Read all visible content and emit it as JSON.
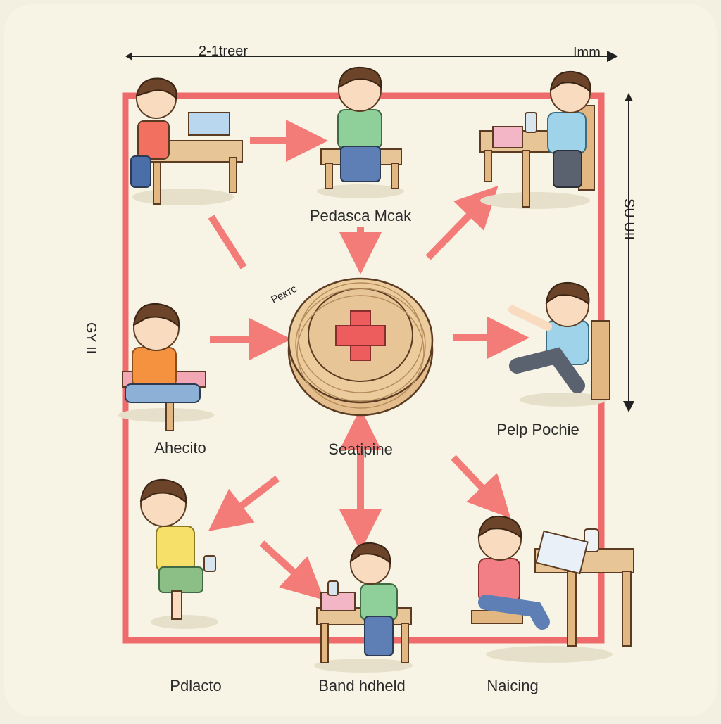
{
  "dimensions": {
    "top": "2-1treer",
    "top_right": "Imm",
    "right": "SU UII",
    "left": "GY II"
  },
  "center": {
    "label": "Ректс",
    "icon": "red-cross-icon"
  },
  "stations": [
    {
      "id": "top-left",
      "label": ""
    },
    {
      "id": "top-center",
      "label": "Pedasca Mcak"
    },
    {
      "id": "top-right",
      "label": ""
    },
    {
      "id": "middle-left",
      "label": "Ahecito"
    },
    {
      "id": "middle-right",
      "label": "Pelp Pochie"
    },
    {
      "id": "bottom-left",
      "label": "Pdlacto"
    },
    {
      "id": "bottom-center",
      "label": "Band hdheld"
    },
    {
      "id": "bottom-right",
      "label": "Naicing"
    }
  ],
  "center_bottom_label": "Seatipine",
  "colors": {
    "background": "#f3efe1",
    "frame": "#ef6b6b",
    "arrow": "#f47c78",
    "wood": "#e3bd8b",
    "cross": "#ee5d5d"
  }
}
